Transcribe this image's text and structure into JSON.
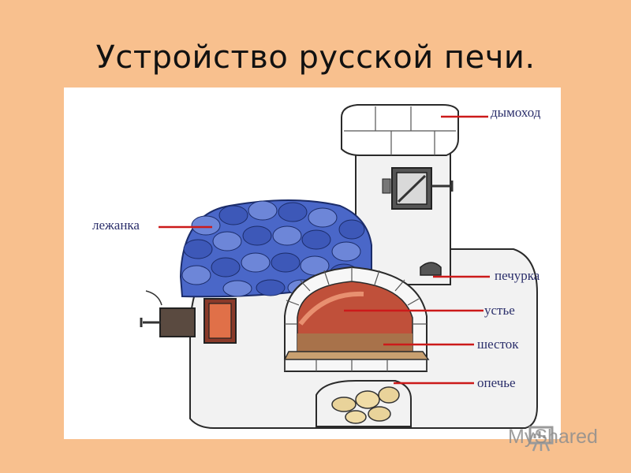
{
  "title": "Устройство русской печи.",
  "labels": {
    "chimney": "дымоход",
    "bed": "лежанка",
    "niche": "печурка",
    "mouth": "устье",
    "hearth": "шесток",
    "base": "опечье"
  },
  "watermark": "MyShared",
  "colors": {
    "background": "#f8c08e",
    "label_text": "#2b2f6b",
    "leader_line": "#cc1a1a",
    "tile_blue": "#4a67c8",
    "fire_red": "#c0503a"
  }
}
